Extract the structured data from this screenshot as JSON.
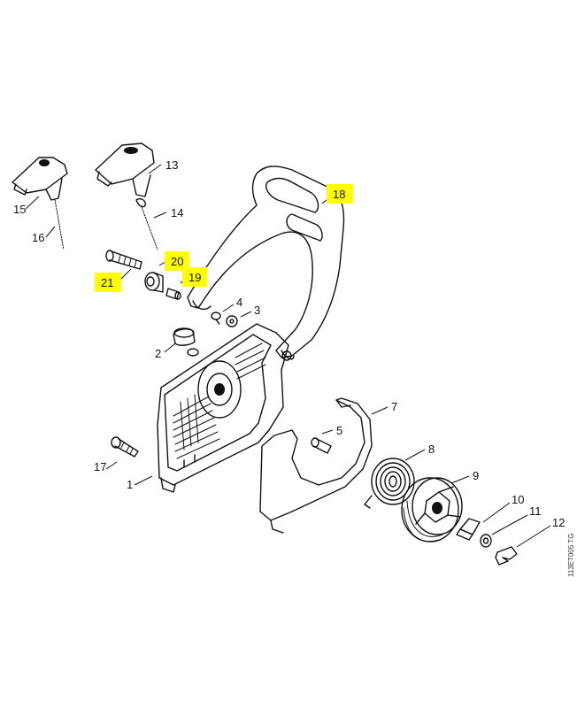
{
  "diagram": {
    "reference_code": "113ET005 TG",
    "highlight_color": "#ffff00",
    "parts": [
      {
        "number": "1",
        "name": "fan-housing",
        "highlighted": false
      },
      {
        "number": "2",
        "name": "grommet",
        "highlighted": false
      },
      {
        "number": "3",
        "name": "washer",
        "highlighted": false
      },
      {
        "number": "4",
        "name": "screw-small",
        "highlighted": false
      },
      {
        "number": "5",
        "name": "spring-pin",
        "highlighted": false
      },
      {
        "number": "7",
        "name": "guide-plate",
        "highlighted": false
      },
      {
        "number": "8",
        "name": "rewind-spring",
        "highlighted": false
      },
      {
        "number": "9",
        "name": "rope-rotor",
        "highlighted": false
      },
      {
        "number": "10",
        "name": "pawl",
        "highlighted": false
      },
      {
        "number": "11",
        "name": "washer-small",
        "highlighted": false
      },
      {
        "number": "12",
        "name": "spring-clip",
        "highlighted": false
      },
      {
        "number": "13",
        "name": "starter-grip-alt",
        "highlighted": false
      },
      {
        "number": "14",
        "name": "starter-rope-alt",
        "highlighted": false
      },
      {
        "number": "15",
        "name": "starter-grip",
        "highlighted": false
      },
      {
        "number": "16",
        "name": "starter-rope",
        "highlighted": false
      },
      {
        "number": "17",
        "name": "screw",
        "highlighted": false
      },
      {
        "number": "18",
        "name": "handle-frame",
        "highlighted": true
      },
      {
        "number": "19",
        "name": "screw-insert",
        "highlighted": true
      },
      {
        "number": "20",
        "name": "annular-buffer",
        "highlighted": true
      },
      {
        "number": "21",
        "name": "long-screw",
        "highlighted": true
      }
    ]
  }
}
